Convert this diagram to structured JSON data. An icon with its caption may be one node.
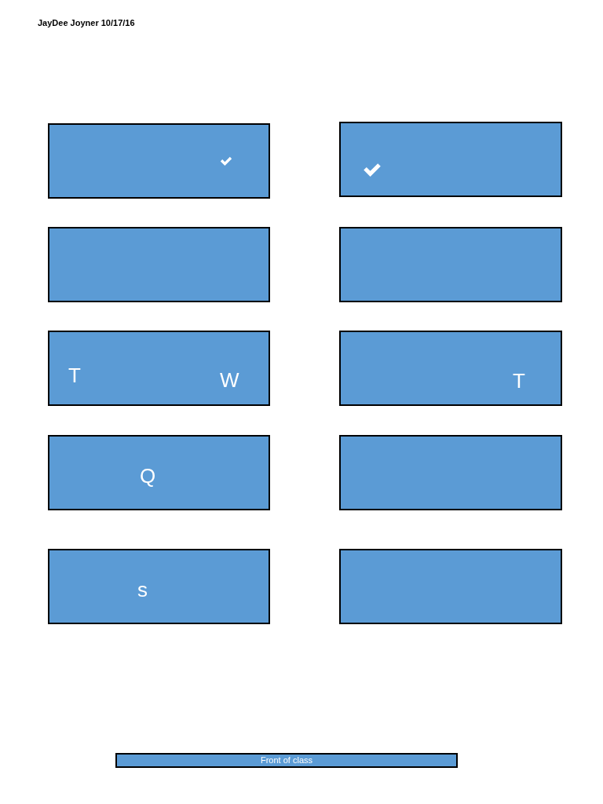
{
  "diagram": {
    "nodes": [
      {
        "text": [],
        "shape": "box"
      },
      {
        "text": [],
        "shape": "box"
      },
      {
        "text": [],
        "shape": "box"
      },
      {
        "text": [],
        "shape": "box"
      },
      {
        "text": [
          "T",
          "W"
        ]
      },
      {
        "text": [
          "T"
        ]
      },
      {
        "text": [
          "Q"
        ]
      },
      {
        "text": [],
        "shape": "box"
      },
      {
        "text": [
          "s"
        ]
      },
      {
        "text": [],
        "shape": "box"
      },
      {
        "text": [
          "Front of class"
        ]
      }
    ],
    "edges": [],
    "labels": [
      "JayDee Joyner 10/17/16"
    ]
  }
}
